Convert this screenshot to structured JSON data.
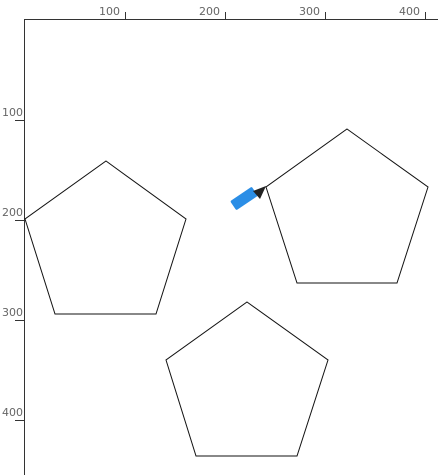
{
  "ruler": {
    "top_labels": [
      "100",
      "200",
      "300",
      "400"
    ],
    "left_labels": [
      "100",
      "200",
      "300",
      "400"
    ]
  },
  "shapes": [
    {
      "name": "pentagon-left",
      "kind": "pentagon"
    },
    {
      "name": "pentagon-right",
      "kind": "pentagon"
    },
    {
      "name": "pentagon-bottom",
      "kind": "pentagon"
    }
  ],
  "tool": {
    "icon": "pencil-icon",
    "body_color": "#2b8ee6",
    "tip_color": "#222222"
  }
}
